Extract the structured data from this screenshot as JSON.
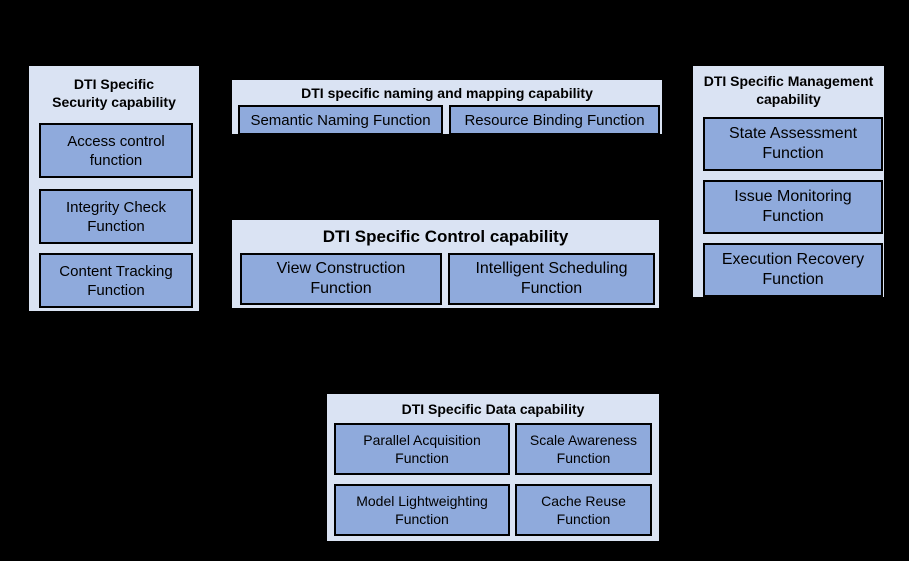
{
  "diagram": {
    "colors": {
      "background": "#000000",
      "panel_fill": "#dae3f3",
      "function_fill": "#8faadc",
      "border": "#000000",
      "text": "#000000"
    },
    "panels": {
      "security": {
        "title_lines": [
          "DTI Specific",
          "Security capability"
        ],
        "functions": [
          "Access control function",
          "Integrity Check Function",
          "Content Tracking Function"
        ]
      },
      "naming": {
        "title_lines": [
          "DTI specific naming and mapping capability"
        ],
        "functions": [
          "Semantic Naming Function",
          "Resource Binding Function"
        ]
      },
      "control": {
        "title_lines": [
          "DTI Specific Control capability"
        ],
        "functions": [
          "View Construction Function",
          "Intelligent Scheduling Function"
        ]
      },
      "management": {
        "title_lines": [
          "DTI Specific Management",
          "capability"
        ],
        "functions": [
          "State Assessment Function",
          "Issue Monitoring Function",
          "Execution Recovery Function"
        ]
      },
      "data": {
        "title_lines": [
          "DTI Specific Data capability"
        ],
        "functions": [
          "Parallel Acquisition Function",
          "Scale Awareness Function",
          "Model Lightweighting Function",
          "Cache Reuse Function"
        ]
      }
    }
  }
}
